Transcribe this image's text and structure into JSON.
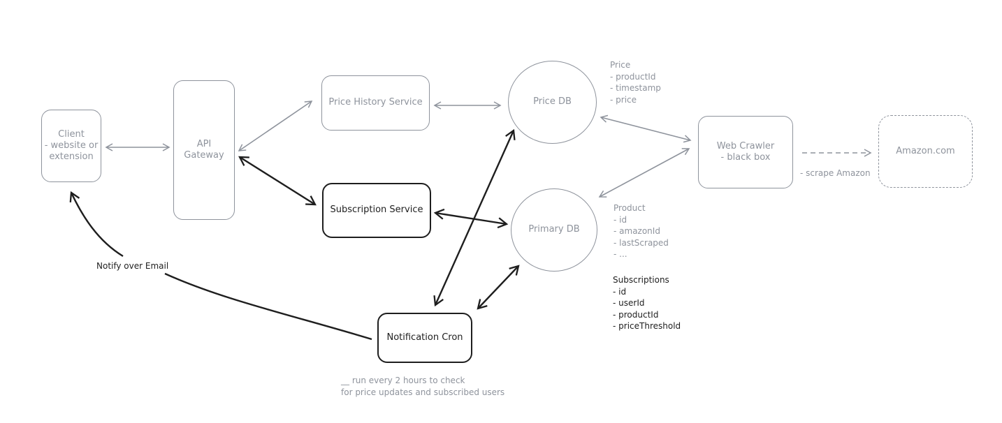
{
  "nodes": {
    "client": "Client\n- website or\nextension",
    "api_gateway": "API\nGateway",
    "price_history_service": "Price History Service",
    "subscription_service": "Subscription Service",
    "notification_cron": "Notification Cron",
    "price_db": "Price DB",
    "primary_db": "Primary DB",
    "web_crawler": "Web Crawler\n- black box",
    "amazon": "Amazon.com"
  },
  "notes": {
    "price_schema": "Price\n- productId\n- timestamp\n- price",
    "product_schema": "Product\n- id\n- amazonId\n- lastScraped\n- ...",
    "subscriptions_schema": "Subscriptions\n- id\n- userId\n- productId\n- priceThreshold",
    "scrape_label": "- scrape Amazon",
    "notify_label": "Notify over Email",
    "cron_note": "__ run every 2 hours to check\nfor price updates and subscribed users"
  },
  "colors": {
    "gray": "#8e939c",
    "dark": "#1e1e1e"
  }
}
